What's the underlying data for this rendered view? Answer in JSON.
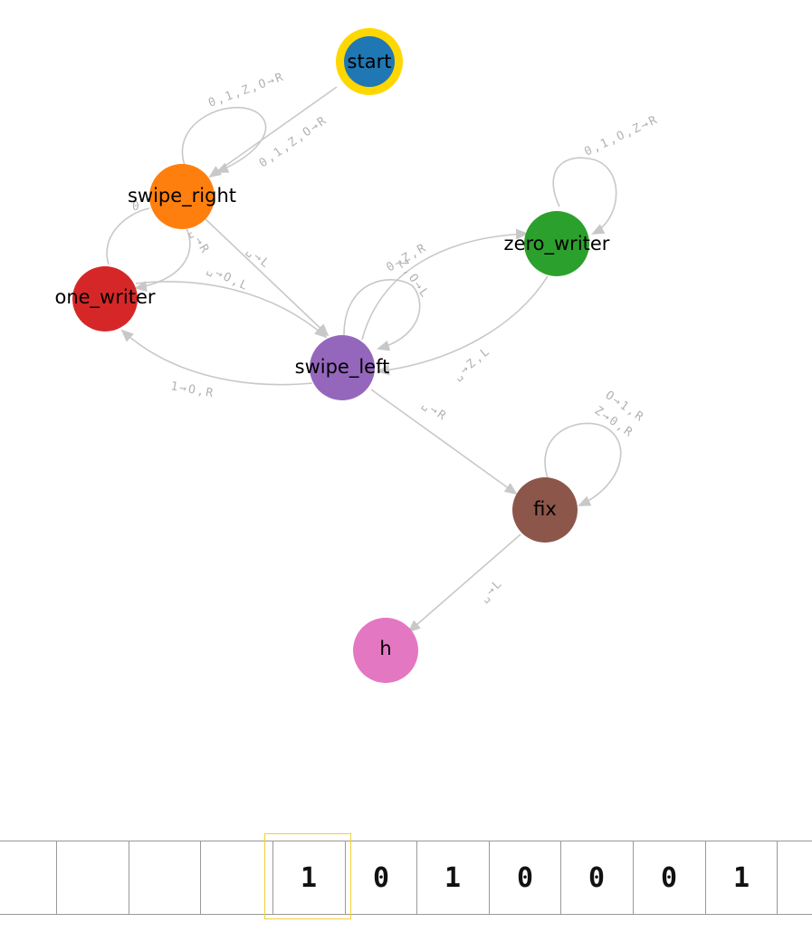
{
  "diagram": {
    "nodes": [
      {
        "id": "start",
        "label": "start",
        "color": "#1f77b4",
        "ring": "#ffd700"
      },
      {
        "id": "swipe_right",
        "label": "swipe_right",
        "color": "#ff7f0e"
      },
      {
        "id": "zero_writer",
        "label": "zero_writer",
        "color": "#2ca02c"
      },
      {
        "id": "one_writer",
        "label": "one_writer",
        "color": "#d62728"
      },
      {
        "id": "swipe_left",
        "label": "swipe_left",
        "color": "#9467bd"
      },
      {
        "id": "fix",
        "label": "fix",
        "color": "#8c564b"
      },
      {
        "id": "h",
        "label": "h",
        "color": "#e377c2"
      }
    ],
    "edges": [
      {
        "from": "start",
        "to": "swipe_right",
        "label": "0,1,Z,O→R"
      },
      {
        "from": "swipe_right",
        "to": "swipe_right",
        "label": "0,1,Z,O→R"
      },
      {
        "from": "swipe_right",
        "to": "swipe_left",
        "label": "␣→L"
      },
      {
        "from": "swipe_right",
        "to": "one_writer",
        "label": "␣→R"
      },
      {
        "from": "one_writer",
        "to": "swipe_right",
        "label": "0"
      },
      {
        "from": "one_writer",
        "to": "swipe_left",
        "label": "␣→O,L"
      },
      {
        "from": "swipe_left",
        "to": "one_writer",
        "label": "1→O,R"
      },
      {
        "from": "swipe_left",
        "to": "zero_writer",
        "label": "0→Z,R"
      },
      {
        "from": "swipe_left",
        "to": "swipe_left",
        "label": "Z,O→L"
      },
      {
        "from": "zero_writer",
        "to": "zero_writer",
        "label": "0,1,O,Z→R"
      },
      {
        "from": "zero_writer",
        "to": "swipe_left",
        "label": "␣→Z,L"
      },
      {
        "from": "swipe_left",
        "to": "fix",
        "label": "␣→R"
      },
      {
        "from": "fix",
        "to": "fix",
        "label": "O→1,R"
      },
      {
        "from": "fix",
        "to": "fix",
        "label": "Z→0,R"
      },
      {
        "from": "fix",
        "to": "h",
        "label": "␣→L"
      }
    ]
  },
  "tape": {
    "cells": [
      "",
      "",
      "",
      "",
      "1",
      "0",
      "1",
      "0",
      "0",
      "0",
      "1",
      ""
    ],
    "head_index": 4,
    "head_color": "#f2cf3a"
  }
}
